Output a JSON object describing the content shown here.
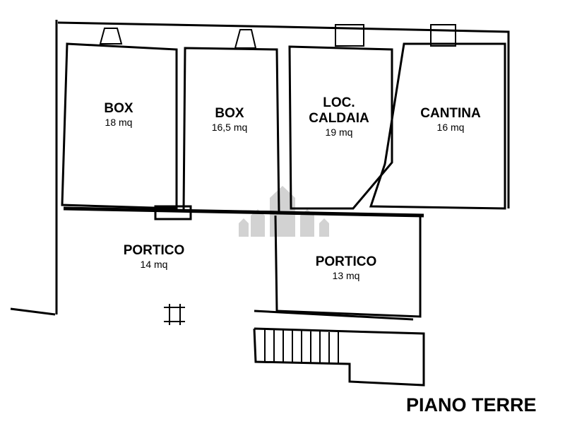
{
  "title": "PIANO TERRE",
  "rooms": [
    {
      "name": "BOX",
      "area": "18 mq"
    },
    {
      "name": "BOX",
      "area": "16,5 mq"
    },
    {
      "name": "LOC.",
      "name2": "CALDAIA",
      "area": "19 mq"
    },
    {
      "name": "CANTINA",
      "area": "16 mq"
    },
    {
      "name": "PORTICO",
      "area": "14 mq"
    },
    {
      "name": "PORTICO",
      "area": "13 mq"
    }
  ]
}
